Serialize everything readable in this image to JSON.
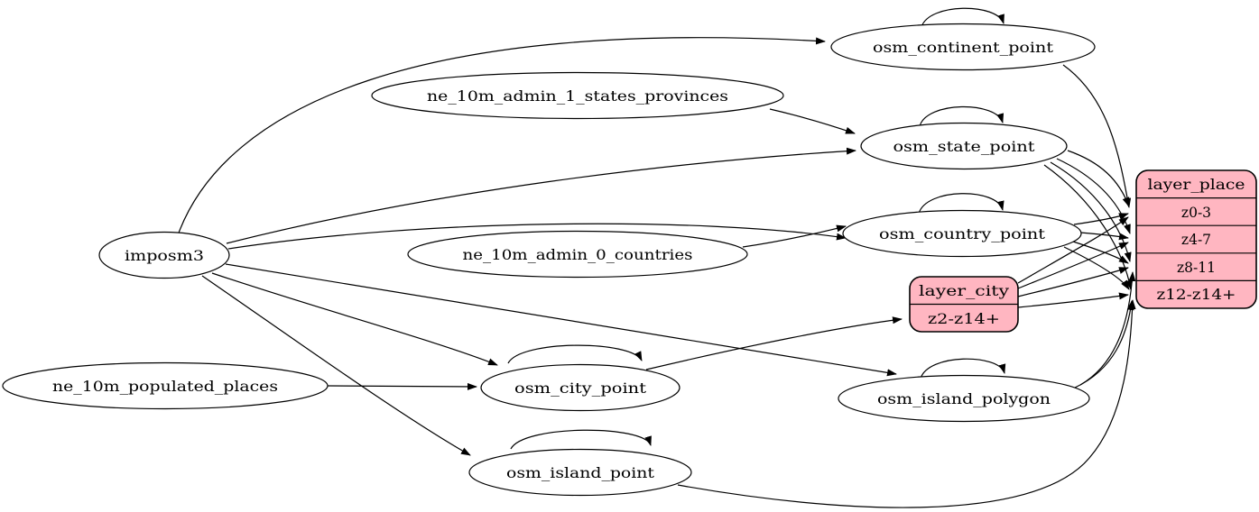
{
  "colors": {
    "background": "#ffffff",
    "node_fill": "#ffffff",
    "record_fill": "#ffb6c1",
    "stroke": "#000000"
  },
  "diagram": {
    "nodes": {
      "imposm3": {
        "label": "imposm3"
      },
      "ne_10m_admin_1_states_provinces": {
        "label": "ne_10m_admin_1_states_provinces"
      },
      "ne_10m_admin_0_countries": {
        "label": "ne_10m_admin_0_countries"
      },
      "ne_10m_populated_places": {
        "label": "ne_10m_populated_places"
      },
      "osm_continent_point": {
        "label": "osm_continent_point"
      },
      "osm_state_point": {
        "label": "osm_state_point"
      },
      "osm_country_point": {
        "label": "osm_country_point"
      },
      "osm_city_point": {
        "label": "osm_city_point"
      },
      "osm_island_polygon": {
        "label": "osm_island_polygon"
      },
      "osm_island_point": {
        "label": "osm_island_point"
      },
      "layer_place": {
        "header": "layer_place",
        "rows": [
          "z0-3",
          "z4-7",
          "z8-11",
          "z12-z14+"
        ]
      },
      "layer_city": {
        "header": "layer_city",
        "rows": [
          "z2-z14+"
        ]
      }
    },
    "edges": [
      {
        "from": "imposm3",
        "to": "osm_continent_point"
      },
      {
        "from": "imposm3",
        "to": "osm_state_point"
      },
      {
        "from": "imposm3",
        "to": "osm_country_point"
      },
      {
        "from": "imposm3",
        "to": "osm_city_point"
      },
      {
        "from": "imposm3",
        "to": "osm_island_polygon"
      },
      {
        "from": "imposm3",
        "to": "osm_island_point"
      },
      {
        "from": "ne_10m_admin_1_states_provinces",
        "to": "osm_state_point"
      },
      {
        "from": "ne_10m_admin_0_countries",
        "to": "osm_country_point"
      },
      {
        "from": "ne_10m_populated_places",
        "to": "osm_city_point"
      },
      {
        "from": "osm_continent_point",
        "to": "osm_continent_point"
      },
      {
        "from": "osm_state_point",
        "to": "osm_state_point"
      },
      {
        "from": "osm_country_point",
        "to": "osm_country_point"
      },
      {
        "from": "osm_city_point",
        "to": "osm_city_point"
      },
      {
        "from": "osm_island_polygon",
        "to": "osm_island_polygon"
      },
      {
        "from": "osm_island_point",
        "to": "osm_island_point"
      },
      {
        "from": "osm_continent_point",
        "to": "layer_place",
        "to_port": "z0-3"
      },
      {
        "from": "osm_state_point",
        "to": "layer_place",
        "to_port": "z0-3"
      },
      {
        "from": "osm_state_point",
        "to": "layer_place",
        "to_port": "z4-7"
      },
      {
        "from": "osm_state_point",
        "to": "layer_place",
        "to_port": "z8-11"
      },
      {
        "from": "osm_state_point",
        "to": "layer_place",
        "to_port": "z12-z14+"
      },
      {
        "from": "osm_country_point",
        "to": "layer_place",
        "to_port": "z0-3"
      },
      {
        "from": "osm_country_point",
        "to": "layer_place",
        "to_port": "z4-7"
      },
      {
        "from": "osm_country_point",
        "to": "layer_place",
        "to_port": "z8-11"
      },
      {
        "from": "osm_country_point",
        "to": "layer_place",
        "to_port": "z12-z14+"
      },
      {
        "from": "osm_city_point",
        "to": "layer_city",
        "to_port": "z2-z14+"
      },
      {
        "from": "layer_city",
        "to": "layer_place",
        "to_port": "z0-3"
      },
      {
        "from": "layer_city",
        "to": "layer_place",
        "to_port": "z4-7"
      },
      {
        "from": "layer_city",
        "to": "layer_place",
        "to_port": "z8-11"
      },
      {
        "from": "layer_city",
        "to": "layer_place",
        "to_port": "z12-z14+"
      },
      {
        "from": "osm_island_polygon",
        "to": "layer_place",
        "to_port": "z8-11"
      },
      {
        "from": "osm_island_polygon",
        "to": "layer_place",
        "to_port": "z12-z14+"
      },
      {
        "from": "osm_island_point",
        "to": "layer_place",
        "to_port": "z12-z14+"
      }
    ]
  }
}
